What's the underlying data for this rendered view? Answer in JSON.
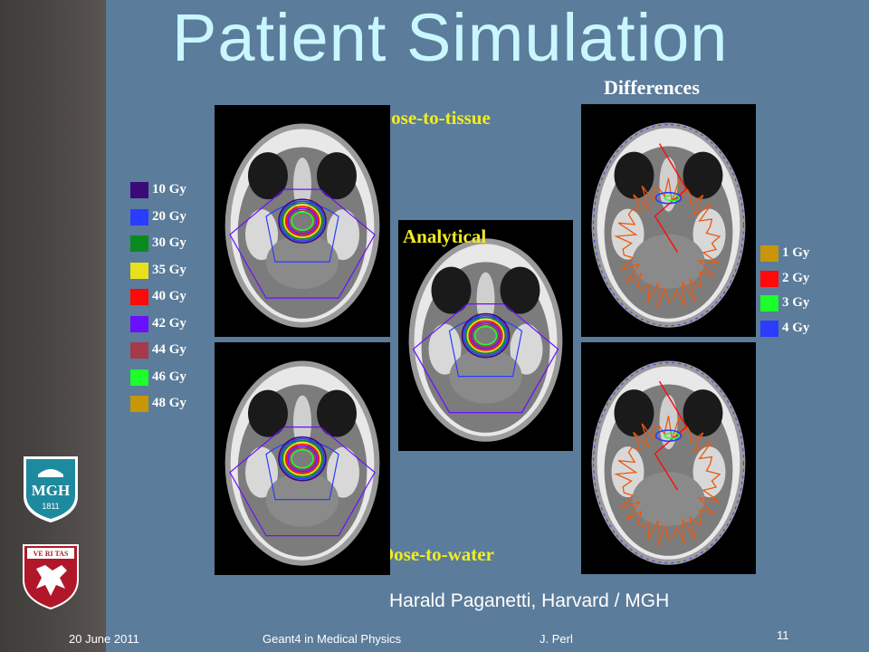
{
  "slide": {
    "title": "Patient Simulation",
    "differences_label": "Differences",
    "mc_tissue_label": "MC:Dose-to-tissue",
    "analytical_label": "Analytical",
    "mc_water_label": "MC:Dose-to-water",
    "credit": "Harald Paganetti, Harvard / MGH"
  },
  "dose_legend": [
    {
      "label": "10 Gy",
      "color": "#3b0a78"
    },
    {
      "label": "20 Gy",
      "color": "#2a3cff"
    },
    {
      "label": "30 Gy",
      "color": "#0a8a1e"
    },
    {
      "label": "35 Gy",
      "color": "#e8e01a"
    },
    {
      "label": "40 Gy",
      "color": "#ff0a0a"
    },
    {
      "label": "42 Gy",
      "color": "#6a10ff"
    },
    {
      "label": "44 Gy",
      "color": "#a43a4a"
    },
    {
      "label": "46 Gy",
      "color": "#1cff2a"
    },
    {
      "label": "48 Gy",
      "color": "#c8960a"
    }
  ],
  "diff_legend": [
    {
      "label": "1 Gy",
      "color": "#c8960a"
    },
    {
      "label": "2 Gy",
      "color": "#ff0a0a"
    },
    {
      "label": "3 Gy",
      "color": "#1cff2a"
    },
    {
      "label": "4 Gy",
      "color": "#2a3cff"
    }
  ],
  "logos": {
    "mgh": {
      "text": "MGH",
      "year": "1811",
      "color": "#1e8aa0"
    },
    "harvard": {
      "text": "VE RI TAS",
      "color": "#b0182a"
    }
  },
  "footer": {
    "date": "20 June 2011",
    "event": "Geant4 in Medical Physics",
    "author": "J. Perl",
    "page": "11"
  }
}
